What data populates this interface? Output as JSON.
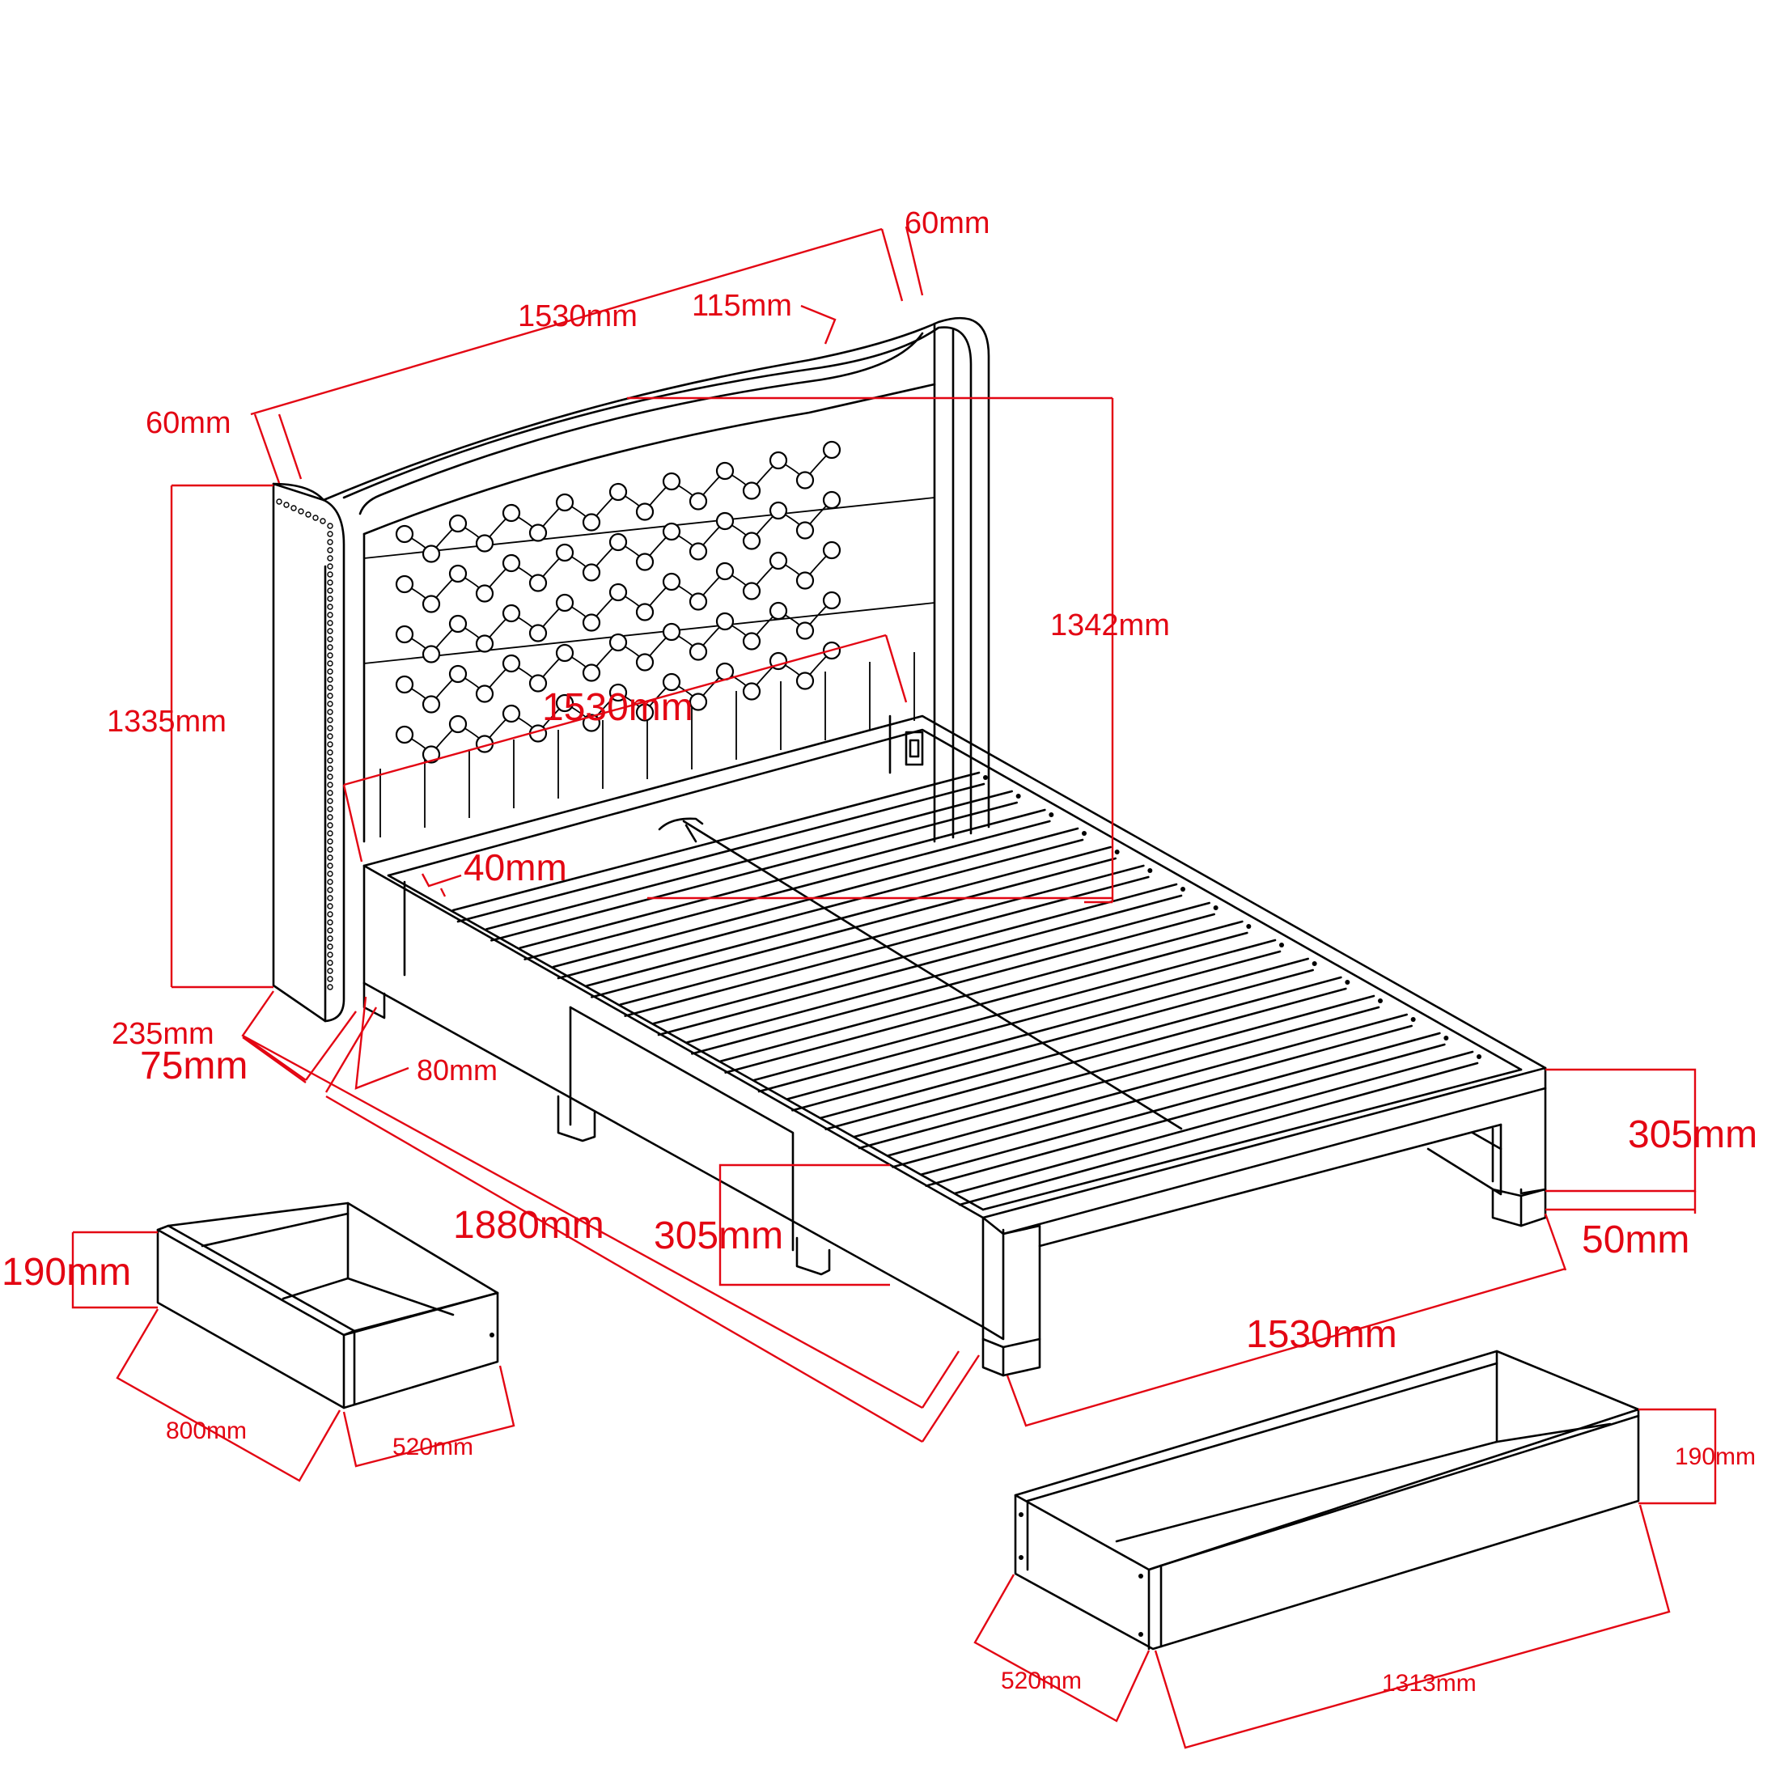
{
  "colors": {
    "dimension": "#e30613",
    "outline": "#000000",
    "background": "#ffffff"
  },
  "dimensions": {
    "headboard_top_width": "1530mm",
    "headboard_wing_thickness_right": "60mm",
    "headboard_wing_thickness_left": "60mm",
    "headboard_button_spacing": "115mm",
    "headboard_side_height": "1335mm",
    "headboard_total_height": "1342mm",
    "headboard_inner_width": "1530mm",
    "side_rail_thickness": "40mm",
    "wing_depth": "235mm",
    "wing_offset": "75mm",
    "leg_width": "80mm",
    "bed_length": "1880mm",
    "side_frame_height": "305mm",
    "foot_frame_height": "305mm",
    "leg_height": "50mm",
    "bed_width": "1530mm",
    "small_drawer_height": "190mm",
    "small_drawer_length": "800mm",
    "small_drawer_width": "520mm",
    "large_drawer_height": "190mm",
    "large_drawer_width": "520mm",
    "large_drawer_length": "1313mm"
  }
}
